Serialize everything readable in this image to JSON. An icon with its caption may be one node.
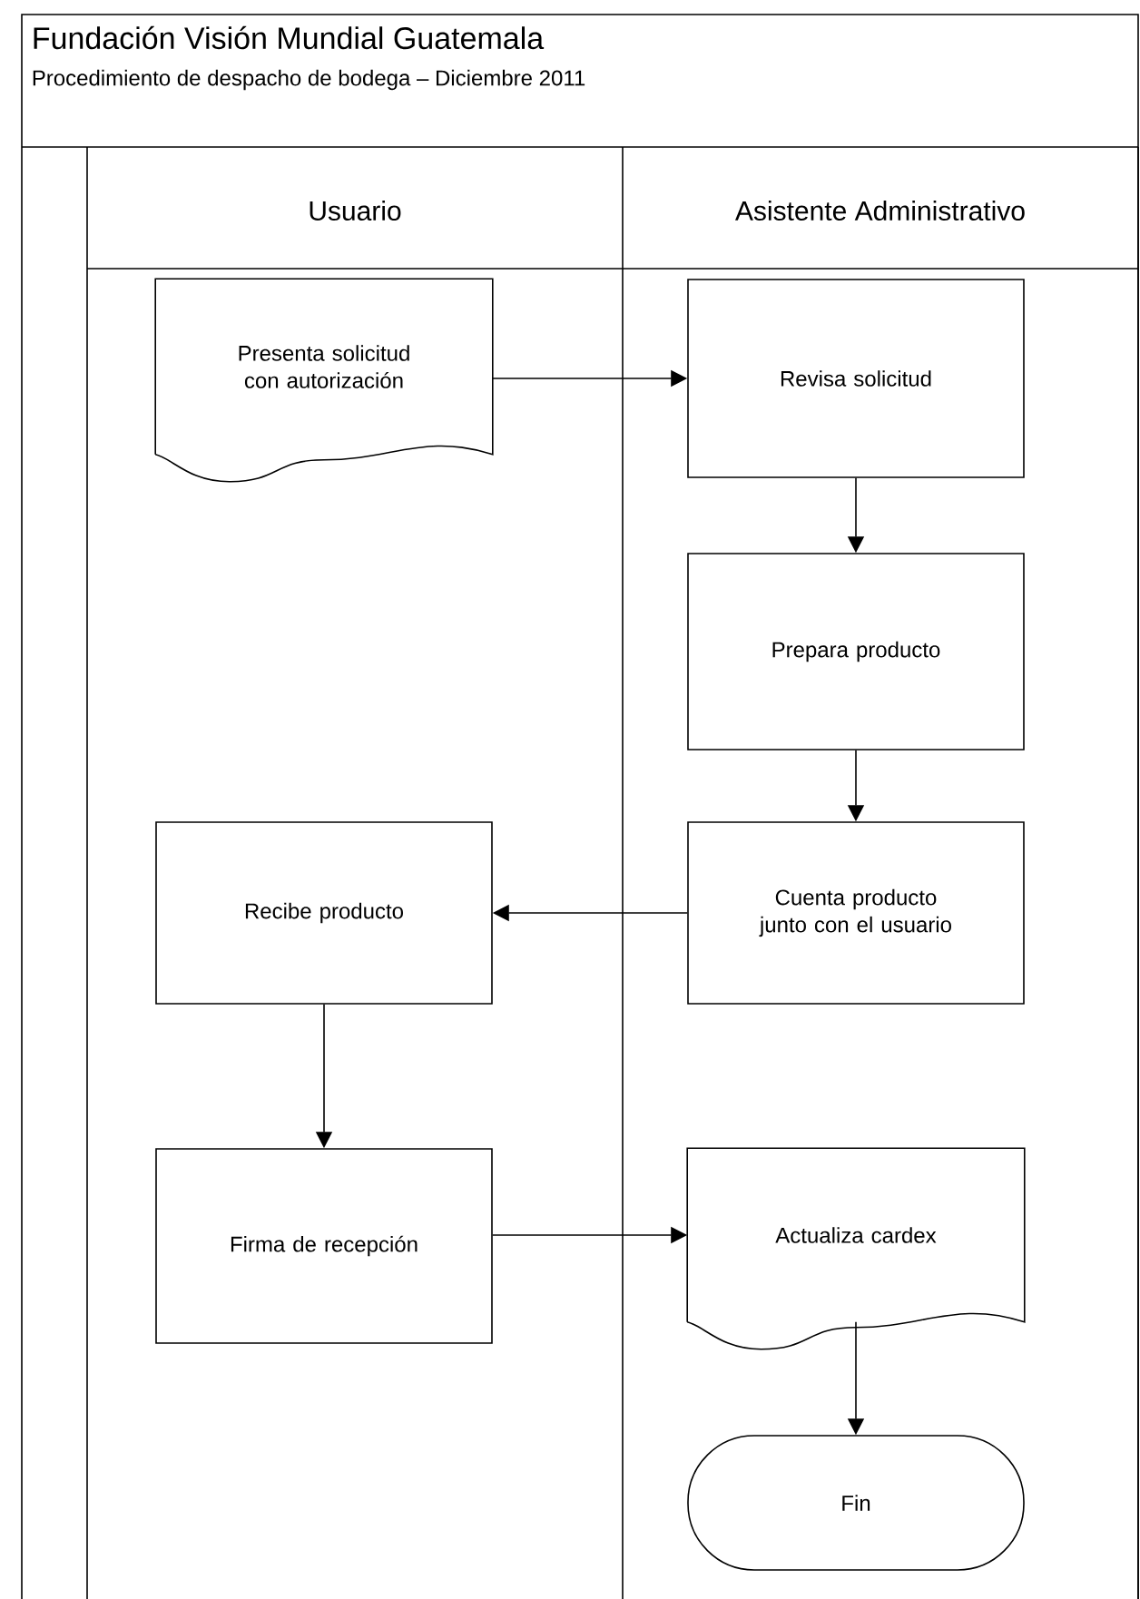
{
  "diagram": {
    "title": "Fundación Visión Mundial Guatemala",
    "nodes": [
      {
        "text": [
          "Usuario"
        ]
      },
      {
        "text": [
          "Asistente Administrativo"
        ]
      },
      {
        "text": [
          "Presenta solicitud con autorización"
        ],
        "in": 0
      },
      {
        "text": [
          "Revisa solicitud"
        ],
        "in": 1
      },
      {
        "text": [
          "Prepara producto"
        ],
        "in": 1
      },
      {
        "text": [
          "Cuenta producto junto con el usuario"
        ],
        "in": 1
      },
      {
        "text": [
          "Recibe producto"
        ],
        "in": 0
      },
      {
        "text": [
          "Firma de recepción"
        ],
        "in": 0
      },
      {
        "text": [
          "Actualiza cardex"
        ],
        "in": 1
      },
      {
        "text": [
          "Fin"
        ],
        "in": 1
      }
    ],
    "edges": [
      {
        "from": 2,
        "to": 3,
        "arrow": "to"
      },
      {
        "from": 3,
        "to": 4,
        "arrow": "to"
      },
      {
        "from": 4,
        "to": 5,
        "arrow": "to"
      },
      {
        "from": 5,
        "to": 6,
        "arrow": "to"
      },
      {
        "from": 6,
        "to": 7,
        "arrow": "to"
      },
      {
        "from": 7,
        "to": 8,
        "arrow": "to"
      },
      {
        "from": 8,
        "to": 9,
        "arrow": "to"
      }
    ],
    "labels": [
      "Procedimiento de despacho de bodega – Diciembre 2011"
    ]
  }
}
